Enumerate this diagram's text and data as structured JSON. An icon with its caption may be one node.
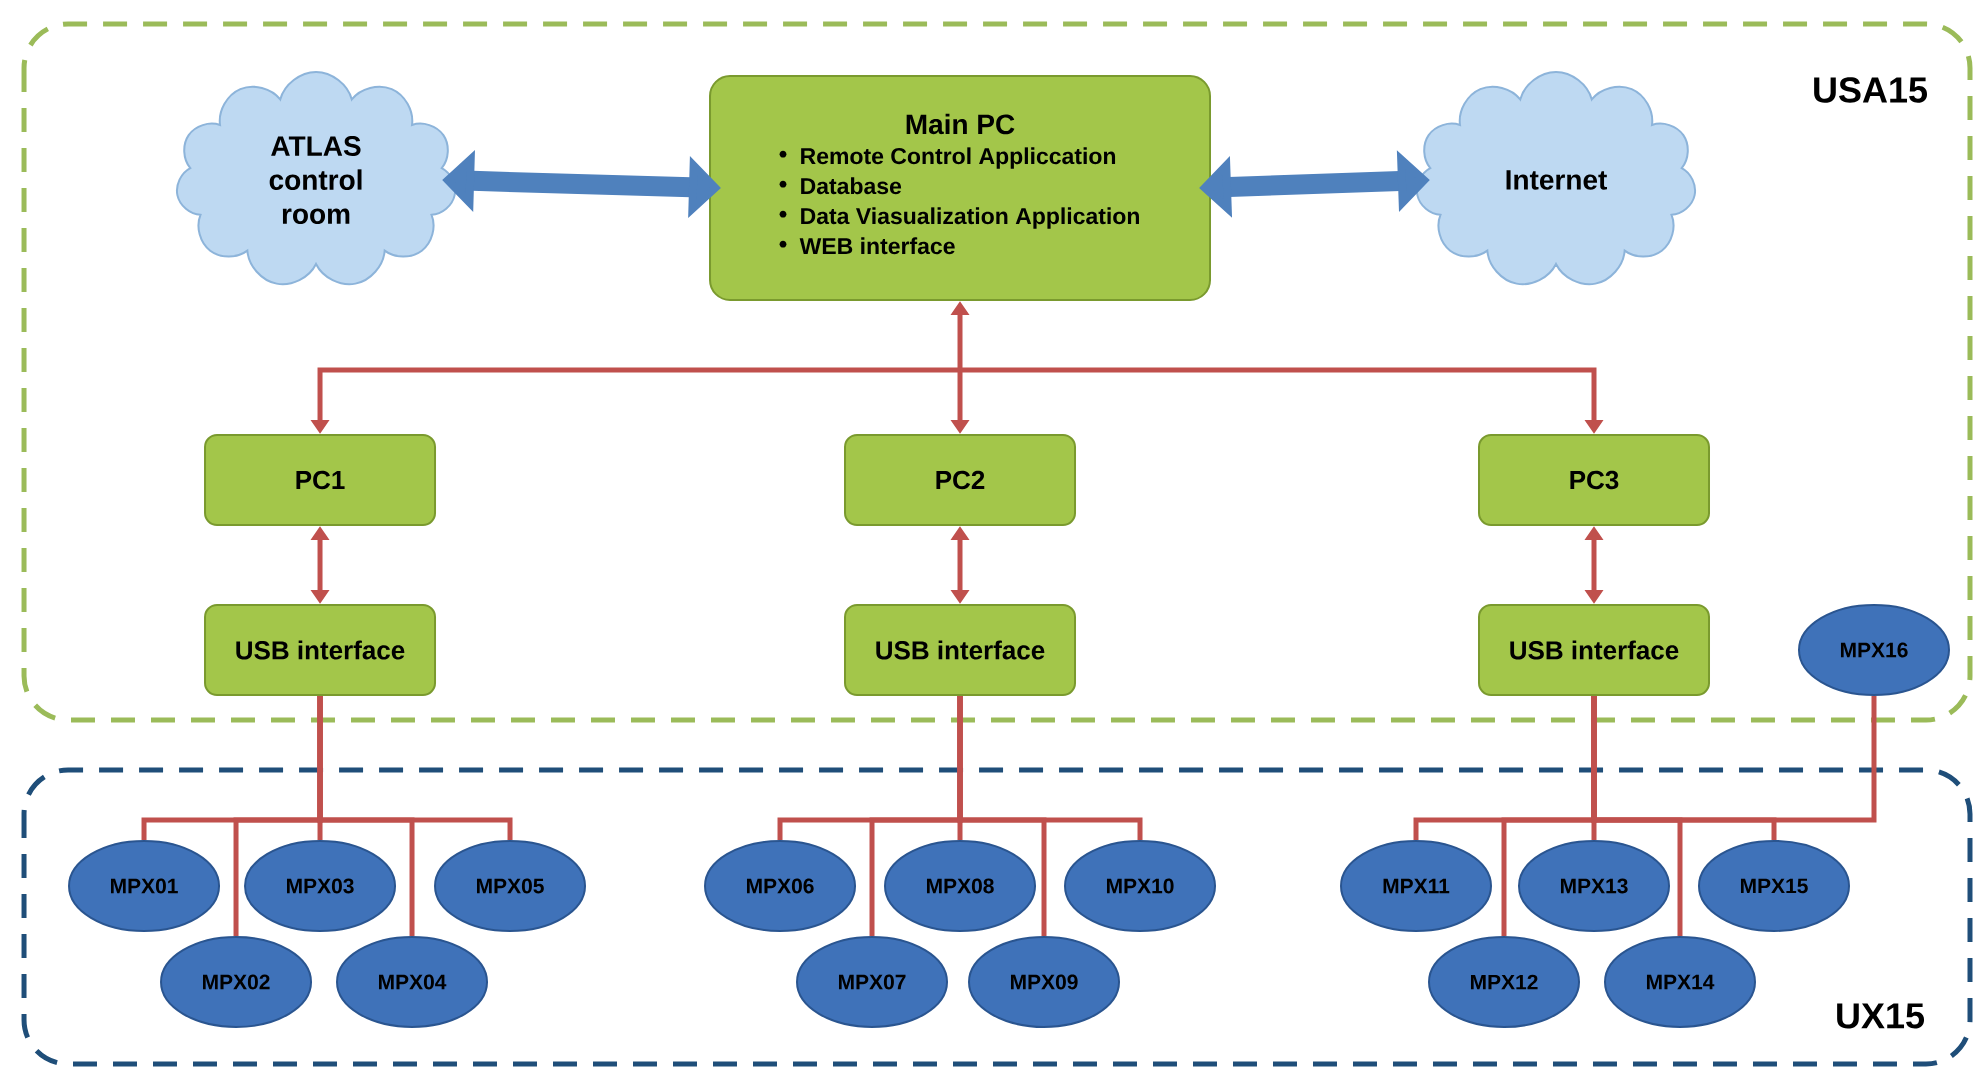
{
  "diagram": {
    "nodes": [
      {
        "text": [
          "USA15"
        ]
      },
      {
        "text": [
          "ATLAS control room"
        ],
        "in": 0
      },
      {
        "text": [
          "Main PC",
          "Remote Control Applicсation",
          "Database",
          "Data Viasualization Application",
          "WEB interface"
        ],
        "in": 0
      },
      {
        "text": [
          "Internet"
        ],
        "in": 0
      },
      {
        "text": [
          "PC1"
        ],
        "in": 0
      },
      {
        "text": [
          "PC2"
        ],
        "in": 0
      },
      {
        "text": [
          "PC3"
        ],
        "in": 0
      },
      {
        "text": [
          "USB interface"
        ],
        "in": 0
      },
      {
        "text": [
          "USB interface"
        ],
        "in": 0
      },
      {
        "text": [
          "USB interface"
        ],
        "in": 0
      },
      {
        "text": [
          "MPX16"
        ],
        "in": 0
      },
      {
        "text": [
          "UX15"
        ]
      },
      {
        "text": [
          "MPX01"
        ],
        "in": 11
      },
      {
        "text": [
          "MPX02"
        ],
        "in": 11
      },
      {
        "text": [
          "MPX03"
        ],
        "in": 11
      },
      {
        "text": [
          "MPX04"
        ],
        "in": 11
      },
      {
        "text": [
          "MPX05"
        ],
        "in": 11
      },
      {
        "text": [
          "MPX06"
        ],
        "in": 11
      },
      {
        "text": [
          "MPX07"
        ],
        "in": 11
      },
      {
        "text": [
          "MPX08"
        ],
        "in": 11
      },
      {
        "text": [
          "MPX09"
        ],
        "in": 11
      },
      {
        "text": [
          "MPX10"
        ],
        "in": 11
      },
      {
        "text": [
          "MPX11"
        ],
        "in": 11
      },
      {
        "text": [
          "MPX12"
        ],
        "in": 11
      },
      {
        "text": [
          "MPX13"
        ],
        "in": 11
      },
      {
        "text": [
          "MPX14"
        ],
        "in": 11
      },
      {
        "text": [
          "MPX15"
        ],
        "in": 11
      }
    ],
    "edges": [
      {
        "from": 1,
        "to": 2,
        "arrow": "both",
        "style": "thick",
        "color": "#4f81bd"
      },
      {
        "from": 2,
        "to": 3,
        "arrow": "both",
        "style": "thick",
        "color": "#4f81bd"
      },
      {
        "from": 2,
        "to": 4,
        "arrow": "both"
      },
      {
        "from": 2,
        "to": 5,
        "arrow": "both"
      },
      {
        "from": 2,
        "to": 6,
        "arrow": "both"
      },
      {
        "from": 4,
        "to": 7,
        "arrow": "both"
      },
      {
        "from": 5,
        "to": 8,
        "arrow": "both"
      },
      {
        "from": 6,
        "to": 9,
        "arrow": "both"
      },
      {
        "from": 7,
        "to": 12,
        "arrow": "none"
      },
      {
        "from": 7,
        "to": 13,
        "arrow": "none"
      },
      {
        "from": 7,
        "to": 14,
        "arrow": "none"
      },
      {
        "from": 7,
        "to": 15,
        "arrow": "none"
      },
      {
        "from": 7,
        "to": 16,
        "arrow": "none"
      },
      {
        "from": 8,
        "to": 17,
        "arrow": "none"
      },
      {
        "from": 8,
        "to": 18,
        "arrow": "none"
      },
      {
        "from": 8,
        "to": 19,
        "arrow": "none"
      },
      {
        "from": 8,
        "to": 20,
        "arrow": "none"
      },
      {
        "from": 8,
        "to": 21,
        "arrow": "none"
      },
      {
        "from": 9,
        "to": 22,
        "arrow": "none"
      },
      {
        "from": 9,
        "to": 23,
        "arrow": "none"
      },
      {
        "from": 9,
        "to": 24,
        "arrow": "none"
      },
      {
        "from": 9,
        "to": 25,
        "arrow": "none"
      },
      {
        "from": 9,
        "to": 26,
        "arrow": "none"
      },
      {
        "from": 9,
        "to": 10,
        "arrow": "none"
      }
    ]
  }
}
